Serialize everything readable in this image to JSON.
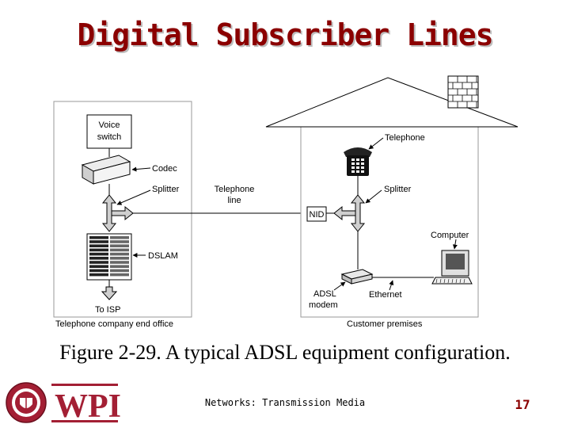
{
  "slide": {
    "title": "Digital Subscriber Lines",
    "caption": "Figure 2-29. A typical ADSL equipment configuration.",
    "footer": "Networks: Transmission Media",
    "page_number": "17"
  },
  "logo": {
    "text": "WPI"
  },
  "diagram": {
    "end_office": {
      "label": "Telephone company end office",
      "voice_switch_line1": "Voice",
      "voice_switch_line2": "switch",
      "codec": "Codec",
      "splitter": "Splitter",
      "dslam": "DSLAM",
      "to_isp": "To ISP"
    },
    "line": {
      "line1": "Telephone",
      "line2": "line"
    },
    "customer": {
      "label": "Customer premises",
      "telephone": "Telephone",
      "splitter": "Splitter",
      "nid": "NID",
      "computer": "Computer",
      "adsl_line1": "ADSL",
      "adsl_line2": "modem",
      "ethernet": "Ethernet"
    }
  },
  "colors": {
    "title": "#8b0000",
    "wpi_red": "#a31f34",
    "page_number": "#8b0000"
  }
}
